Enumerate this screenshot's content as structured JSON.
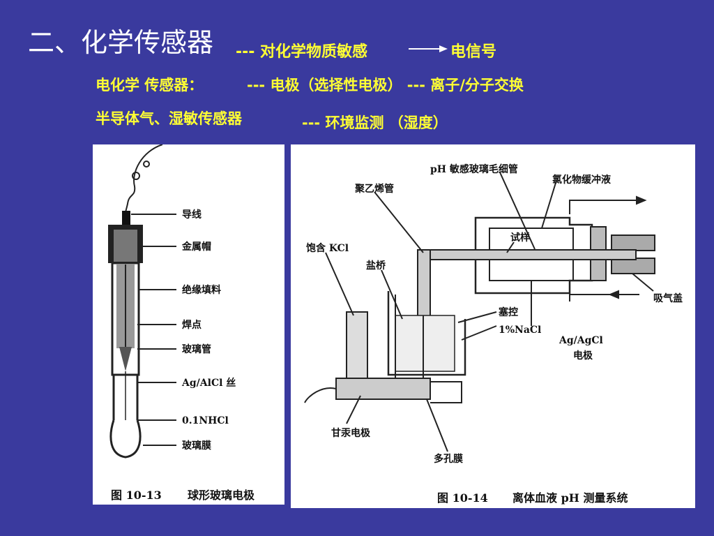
{
  "slide": {
    "title": "二、化学传感器",
    "title_suffix": "--- 对化学物质敏感",
    "title_end": "电信号",
    "lines": [
      {
        "left": "电化学 传感器：",
        "right": "--- 电极（选择性电极） --- 离子/分子交换"
      },
      {
        "left": "半导体气、湿敏传感器",
        "right": "--- 环境监测 （湿度）"
      }
    ],
    "colors": {
      "background": "#3a3a9e",
      "title": "#ffffff",
      "text": "#ffff33"
    }
  },
  "figure_left": {
    "labels": [
      "导线",
      "金属帽",
      "绝缘填料",
      "焊点",
      "玻璃管",
      "Ag/AlCl 丝",
      "0.1NHCl",
      "玻璃膜"
    ],
    "caption_num": "图 10-13",
    "caption_text": "球形玻璃电极"
  },
  "figure_right": {
    "labels": {
      "ph_capillary": "pH 敏感玻璃毛细管",
      "polyethylene": "聚乙烯管",
      "buffer": "氯化物缓冲液",
      "kcl": "饱含 KCl",
      "salt_bridge": "盐桥",
      "sample": "试样",
      "plug": "塞控",
      "nacl": "1%NaCl",
      "agagcl": "Ag/AgCl",
      "electrode": "电极",
      "suction": "吸气盖",
      "calomel": "甘汞电极",
      "membrane": "多孔膜"
    },
    "caption_num": "图 10-14",
    "caption_text": "离体血液 pH 测量系统"
  }
}
